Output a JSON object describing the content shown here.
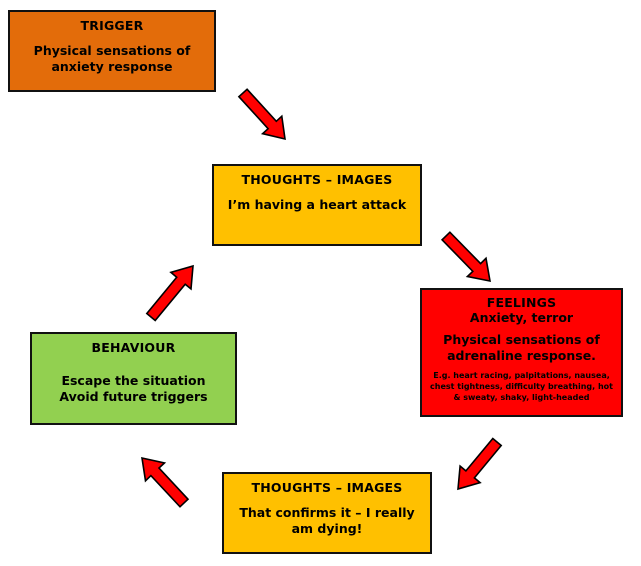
{
  "colors": {
    "trigger": "#e36c0a",
    "thoughts": "#ffc000",
    "feelings": "#ff0000",
    "behaviour": "#92d050",
    "arrow": "#ff0000",
    "arrow_outline": "#000000"
  },
  "trigger": {
    "title": "TRIGGER",
    "lines": [
      "Physical sensations of",
      "anxiety response"
    ]
  },
  "thoughts_1": {
    "title": "THOUGHTS – IMAGES",
    "lines": [
      "I’m having a heart attack"
    ]
  },
  "feelings": {
    "title": "FEELINGS",
    "subtitle": "Anxiety, terror",
    "lines": [
      "Physical sensations of",
      "adrenaline response."
    ],
    "detail": [
      "E.g. heart racing, palpitations, nausea,",
      "chest tightness, difficulty breathing, hot",
      "& sweaty, shaky, light-headed"
    ]
  },
  "behaviour": {
    "title": "BEHAVIOUR",
    "lines": [
      "Escape the situation",
      "Avoid future triggers"
    ]
  },
  "thoughts_2": {
    "title": "THOUGHTS – IMAGES",
    "lines": [
      "That confirms it – I really",
      "am dying!"
    ]
  },
  "arrows": [
    {
      "from": "trigger",
      "to": "thoughts_1"
    },
    {
      "from": "thoughts_1",
      "to": "feelings"
    },
    {
      "from": "feelings",
      "to": "thoughts_2"
    },
    {
      "from": "thoughts_2",
      "to": "behaviour"
    },
    {
      "from": "behaviour",
      "to": "thoughts_1"
    }
  ]
}
